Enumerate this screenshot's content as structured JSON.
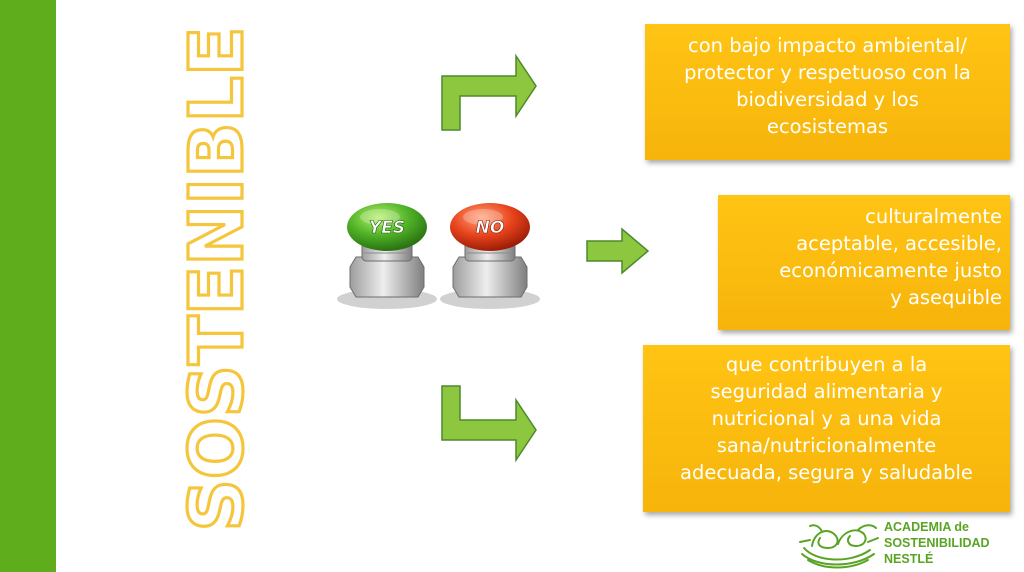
{
  "title": "SOSTENIBLE",
  "buttons": {
    "yes_label": "YES",
    "no_label": "NO"
  },
  "boxes": [
    {
      "lines": [
        "con bajo impacto ambiental/",
        "protector y respetuoso con la",
        "biodiversidad y los",
        "ecosistemas"
      ]
    },
    {
      "lines": [
        "culturalmente",
        "aceptable, accesible,",
        "económicamente justo",
        "y asequible"
      ]
    },
    {
      "lines": [
        "que contribuyen a la",
        "seguridad alimentaria y",
        "nutricional y a una vida",
        "sana/nutricionalmente",
        "adecuada, segura y saludable"
      ]
    }
  ],
  "logo": {
    "lines": [
      "ACADEMIA de",
      "SOSTENIBILIDAD",
      "NESTLÉ"
    ]
  },
  "colors": {
    "sidebar": "#5fac1d",
    "title_outline": "#f5c53b",
    "box_fill": "#ffc414",
    "arrow_fill": "#8dc63f",
    "arrow_stroke": "#4e8a2a",
    "logo_green": "#5aa423"
  }
}
